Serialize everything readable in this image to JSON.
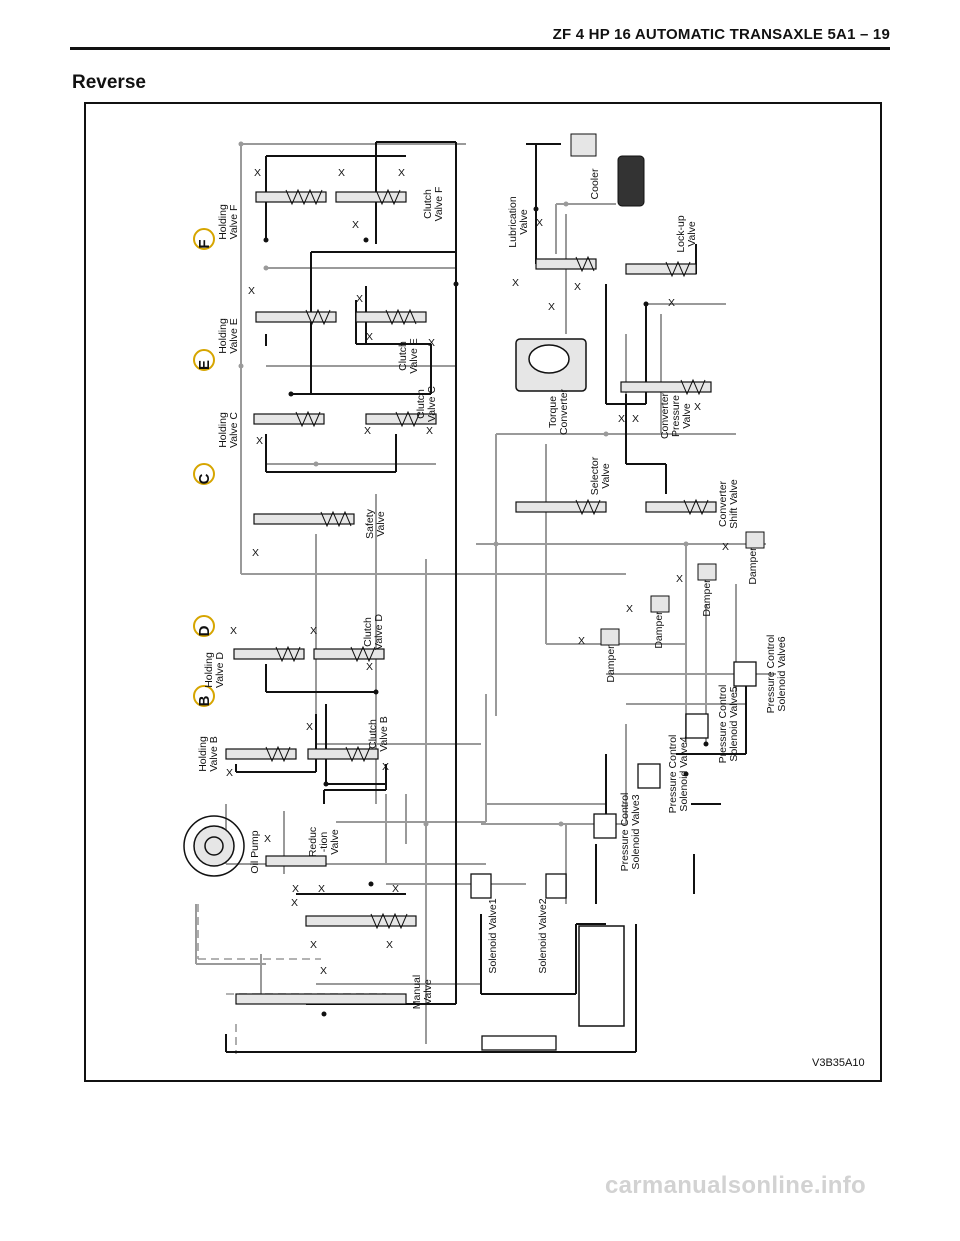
{
  "header": {
    "title": "ZF 4 HP 16 AUTOMATIC TRANSAXLE  5A1 – 19"
  },
  "section": {
    "title": "Reverse"
  },
  "diagram": {
    "reference": "V3B35A10",
    "circle_labels": [
      "F",
      "E",
      "C",
      "D",
      "B"
    ],
    "labels": {
      "holding_f_1": "Holding",
      "holding_f_2": "Valve F",
      "clutch_f_1": "Clutch",
      "clutch_f_2": "Valve F",
      "holding_e_1": "Holding",
      "holding_e_2": "Valve E",
      "clutch_e_1": "Clutch",
      "clutch_e_2": "Valve E",
      "holding_c_1": "Holding",
      "holding_c_2": "Valve C",
      "clutch_c_1": "Clutch",
      "clutch_c_2": "Valve C",
      "safety_1": "Safety",
      "safety_2": "Valve",
      "holding_d_1": "Holding",
      "holding_d_2": "Valve D",
      "clutch_d_1": "Clutch",
      "clutch_d_2": "Valve D",
      "holding_b_1": "Holding",
      "holding_b_2": "Valve B",
      "clutch_b_1": "Clutch",
      "clutch_b_2": "Valve B",
      "oil_pump": "Oil Pump",
      "reduc_1": "Reduc",
      "reduc_2": "-tion",
      "reduc_3": "Valve",
      "manual_1": "Manual",
      "manual_2": "Valve",
      "solenoid1": "Solenoid Valve1",
      "solenoid2": "Solenoid Valve2",
      "pcs3_1": "Pressure Control",
      "pcs3_2": "Solenoid Valve3",
      "pcs4_1": "Pressure Control",
      "pcs4_2": "Solenoid Valve4",
      "pcs5_1": "Pressure Control",
      "pcs5_2": "Solenoid Valve5",
      "pcs6_1": "Pressure Control",
      "pcs6_2": "Solenoid Valve6",
      "damper_1": "Damper",
      "damper_2": "Damper",
      "damper_3": "Damper",
      "damper_4": "Damper",
      "lubrication_1": "Lubrication",
      "lubrication_2": "Valve",
      "cooler": "Cooler",
      "lockup_1": "Lock-up",
      "lockup_2": "Valve",
      "torque_1": "Torque",
      "torque_2": "Converter",
      "convpress_1": "Converter",
      "convpress_2": "Pressure",
      "convpress_3": "Valve",
      "selector_1": "Selector",
      "selector_2": "Valve",
      "convshift_1": "Converter",
      "convshift_2": "Shift Valve"
    }
  },
  "watermark": "carmanualsonline.info"
}
